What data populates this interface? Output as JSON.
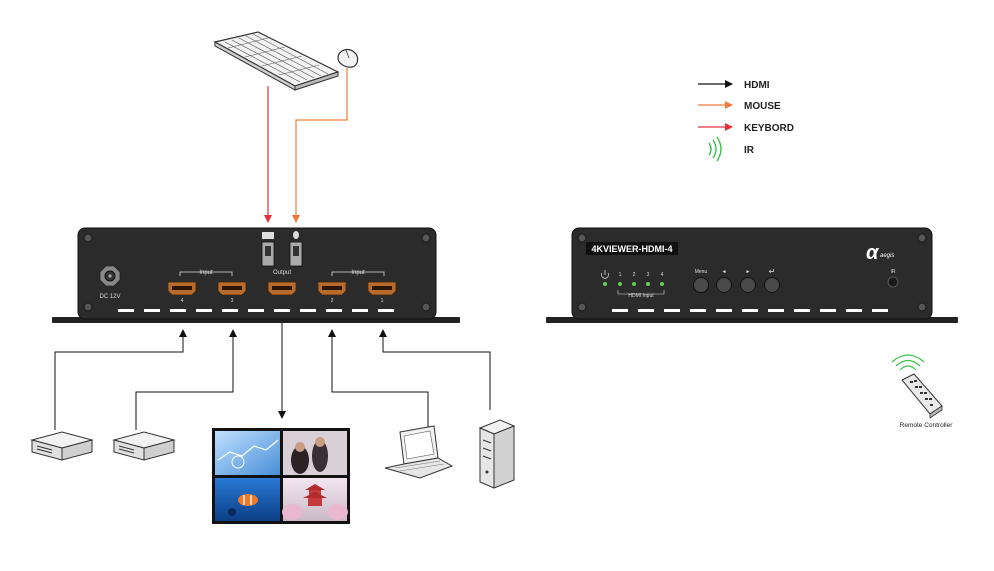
{
  "legend": {
    "items": [
      {
        "label": "HDMI",
        "color": "#111111",
        "kind": "arrow"
      },
      {
        "label": "MOUSE",
        "color": "#f07a3c",
        "kind": "arrow"
      },
      {
        "label": "KEYBORD",
        "color": "#e8303a",
        "kind": "arrow"
      },
      {
        "label": "IR",
        "color": "#3cc04a",
        "kind": "wave"
      }
    ]
  },
  "rear_panel": {
    "dc_label": "DC 12V",
    "input_group_left": "Input",
    "input_group_right": "Input",
    "output_label": "Output",
    "ports": [
      "4",
      "3",
      "2",
      "1"
    ]
  },
  "front_panel": {
    "model": "4KVIEWER-HDMI-4",
    "brand_symbol": "α",
    "brand_name": "aegis",
    "port_numbers": [
      "1",
      "2",
      "3",
      "4"
    ],
    "hdmi_input_label": "HDMI Input",
    "menu_label": "Menu",
    "ir_label": "IR",
    "nav_symbols": [
      "◄",
      "►",
      "↵"
    ]
  },
  "remote": {
    "label": "Remote Controller"
  },
  "colors": {
    "hdmi": "#111111",
    "mouse": "#f07a3c",
    "keyboard": "#e8303a",
    "ir": "#3cc04a",
    "device_body": "#2b2b2b",
    "led": "#5fd34a"
  }
}
